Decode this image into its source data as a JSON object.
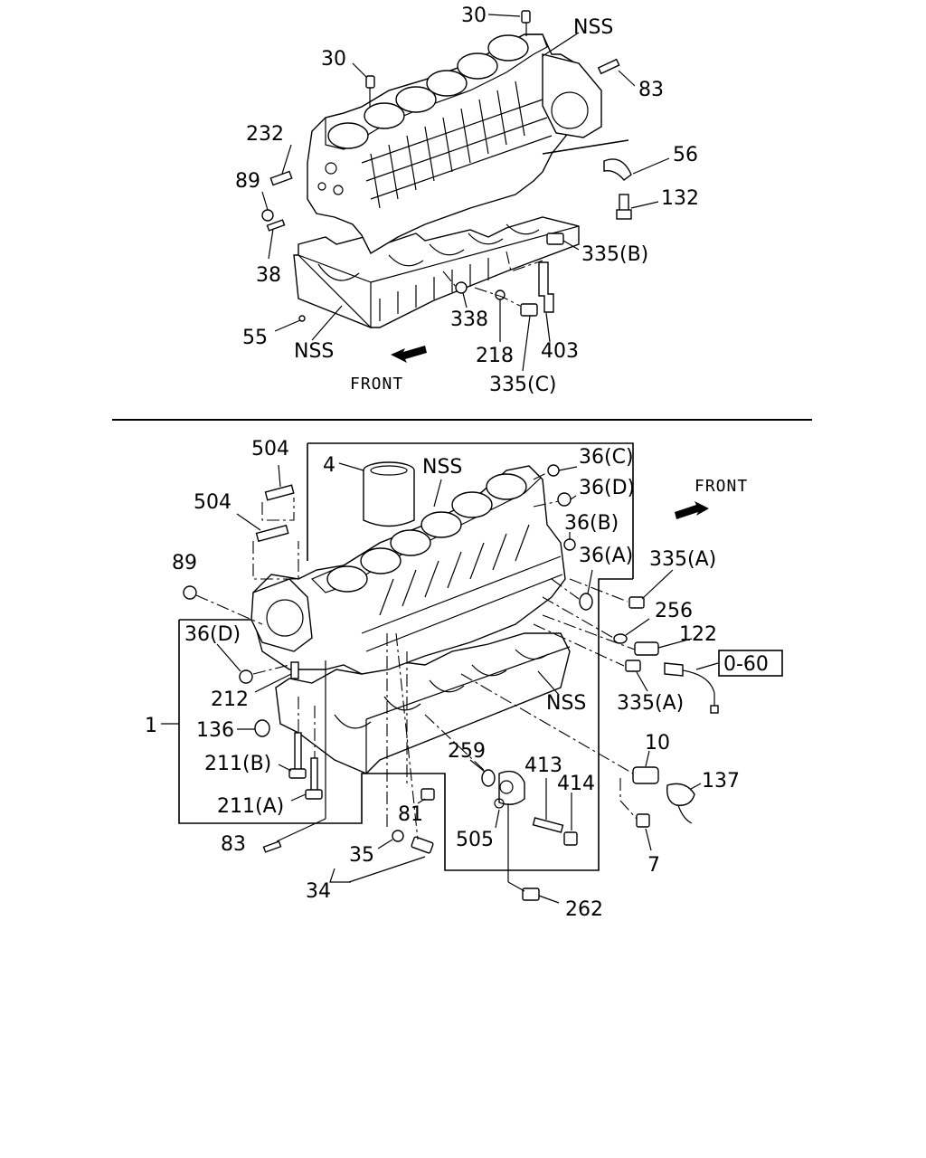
{
  "top_diagram": {
    "labels": {
      "l30a": "30",
      "l30b": "30",
      "nss_a": "NSS",
      "l83a": "83",
      "l232": "232",
      "l56": "56",
      "l89a": "89",
      "l132": "132",
      "l38": "38",
      "l335b": "335(B)",
      "l338": "338",
      "l55": "55",
      "nss_b": "NSS",
      "l218": "218",
      "l403": "403",
      "l335c": "335(C)"
    },
    "front_text": "FRONT"
  },
  "bottom_diagram": {
    "labels": {
      "l504a": "504",
      "l504b": "504",
      "l4": "4",
      "nss_c": "NSS",
      "l36c": "36(C)",
      "l36d_r": "36(D)",
      "l36b": "36(B)",
      "l36a": "36(A)",
      "l335a1": "335(A)",
      "l89b": "89",
      "l36d_l": "36(D)",
      "l256": "256",
      "l122": "122",
      "l212": "212",
      "l335a2": "335(A)",
      "nss_d": "NSS",
      "l1": "1",
      "l136": "136",
      "l10": "10",
      "l259": "259",
      "l413": "413",
      "l137": "137",
      "l211b": "211(B)",
      "l414": "414",
      "l211a": "211(A)",
      "l81": "81",
      "l505": "505",
      "l7": "7",
      "l83b": "83",
      "l35": "35",
      "l34": "34",
      "l262": "262"
    },
    "front_text": "FRONT",
    "ref_box": "0-60"
  },
  "colors": {
    "ink": "#000000",
    "paper": "#ffffff"
  }
}
